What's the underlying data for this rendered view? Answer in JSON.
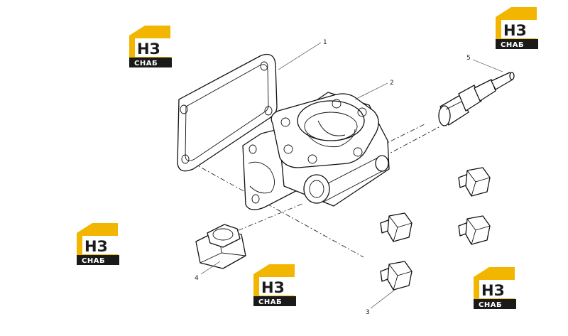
{
  "diagram": {
    "callouts": [
      {
        "id": "1",
        "text": "1"
      },
      {
        "id": "2",
        "text": "2"
      },
      {
        "id": "3",
        "text": "3"
      },
      {
        "id": "4",
        "text": "4"
      },
      {
        "id": "5",
        "text": "5"
      }
    ]
  },
  "watermark": {
    "mark_text": "НЗ",
    "word_text": "СНАБ",
    "colors": {
      "house": "#f2b600",
      "dark": "#1a1a1a",
      "white": "#ffffff"
    }
  }
}
